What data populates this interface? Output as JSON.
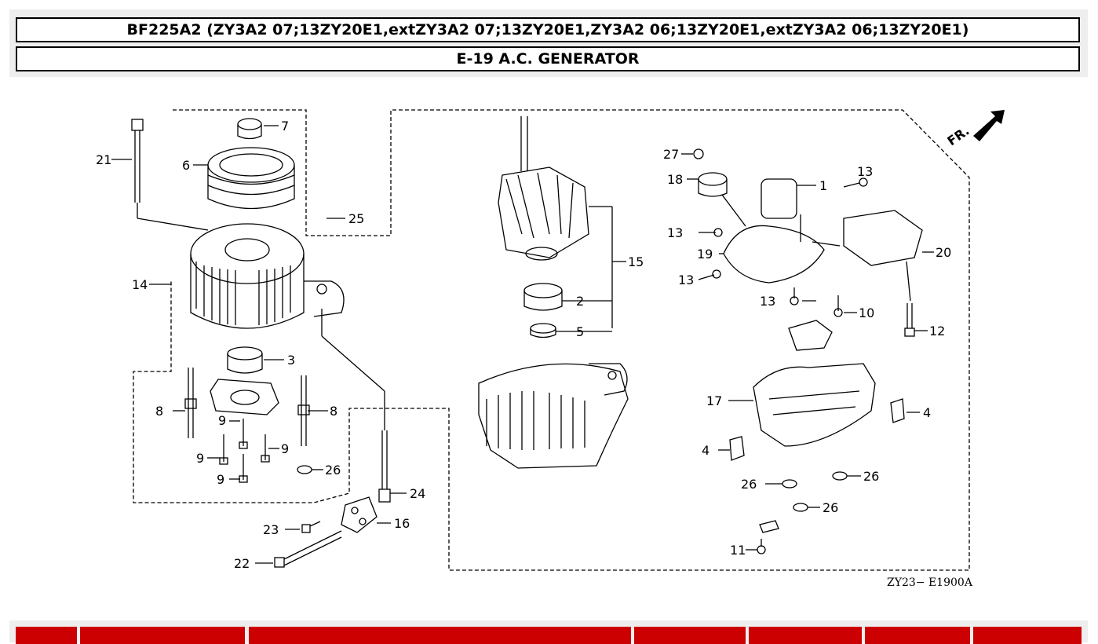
{
  "header": {
    "model_line": "BF225A2 (ZY3A2 07;13ZY20E1,extZY3A2 07;13ZY20E1,ZY3A2 06;13ZY20E1,extZY3A2 06;13ZY20E1)",
    "section_title": "E-19 A.C. GENERATOR"
  },
  "diagram": {
    "direction_label": "FR.",
    "drawing_code": "ZY23− E1900A",
    "callouts": [
      "21",
      "7",
      "6",
      "25",
      "14",
      "3",
      "8",
      "9",
      "9",
      "9",
      "9",
      "8",
      "26",
      "23",
      "24",
      "16",
      "22",
      "15",
      "2",
      "5",
      "27",
      "18",
      "1",
      "13",
      "13",
      "19",
      "20",
      "13",
      "13",
      "10",
      "12",
      "17",
      "4",
      "4",
      "26",
      "26",
      "26",
      "11"
    ]
  },
  "colors": {
    "table_header_red": "#cc0000",
    "header_bg": "#eeeeee"
  }
}
